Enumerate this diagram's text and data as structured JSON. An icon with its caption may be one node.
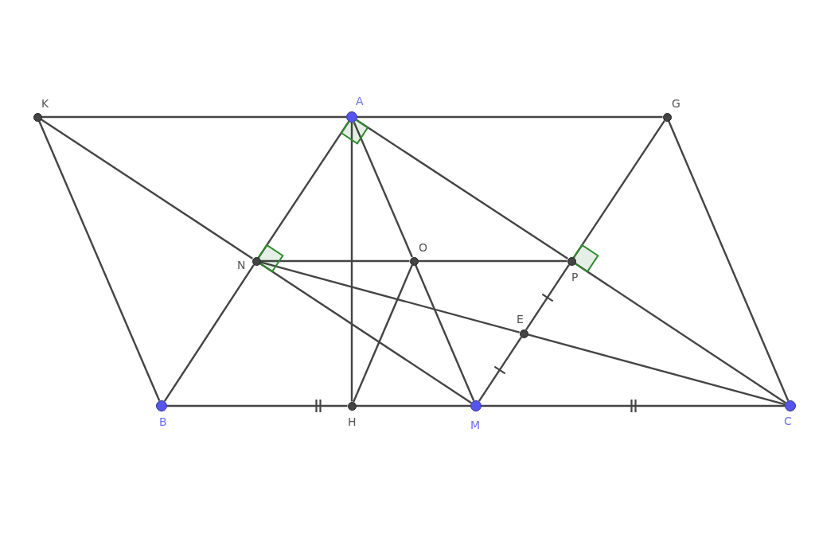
{
  "diagram": {
    "nodes": [
      {
        "text": [
          "K"
        ]
      },
      {
        "text": [
          "A"
        ]
      },
      {
        "text": [
          "G"
        ]
      },
      {
        "text": [
          "O"
        ]
      },
      {
        "text": [
          "N"
        ]
      },
      {
        "text": [
          "P"
        ]
      },
      {
        "text": [
          "E"
        ]
      },
      {
        "text": [
          "B"
        ]
      },
      {
        "text": [
          "H"
        ]
      },
      {
        "text": [
          "M"
        ]
      },
      {
        "text": [
          "C"
        ]
      }
    ],
    "edges": [
      {
        "from": 0,
        "to": 1,
        "arrow": "none"
      },
      {
        "from": 1,
        "to": 2,
        "arrow": "none"
      },
      {
        "from": 0,
        "to": 7,
        "arrow": "none"
      },
      {
        "from": 0,
        "to": 4,
        "arrow": "none"
      },
      {
        "from": 4,
        "to": 9,
        "arrow": "none"
      },
      {
        "from": 1,
        "to": 4,
        "arrow": "none"
      },
      {
        "from": 4,
        "to": 7,
        "arrow": "none"
      },
      {
        "from": 1,
        "to": 8,
        "arrow": "none"
      },
      {
        "from": 1,
        "to": 3,
        "arrow": "none"
      },
      {
        "from": 3,
        "to": 9,
        "arrow": "none"
      },
      {
        "from": 1,
        "to": 5,
        "arrow": "none"
      },
      {
        "from": 5,
        "to": 10,
        "arrow": "none"
      },
      {
        "from": 2,
        "to": 5,
        "arrow": "none"
      },
      {
        "from": 5,
        "to": 6,
        "arrow": "none"
      },
      {
        "from": 6,
        "to": 9,
        "arrow": "none"
      },
      {
        "from": 2,
        "to": 10,
        "arrow": "none"
      },
      {
        "from": 4,
        "to": 3,
        "arrow": "none"
      },
      {
        "from": 3,
        "to": 5,
        "arrow": "none"
      },
      {
        "from": 8,
        "to": 3,
        "arrow": "none"
      },
      {
        "from": 7,
        "to": 8,
        "arrow": "none"
      },
      {
        "from": 8,
        "to": 9,
        "arrow": "none"
      },
      {
        "from": 9,
        "to": 10,
        "arrow": "none"
      },
      {
        "from": 4,
        "to": 6,
        "arrow": "none"
      },
      {
        "from": 6,
        "to": 10,
        "arrow": "none"
      }
    ]
  }
}
